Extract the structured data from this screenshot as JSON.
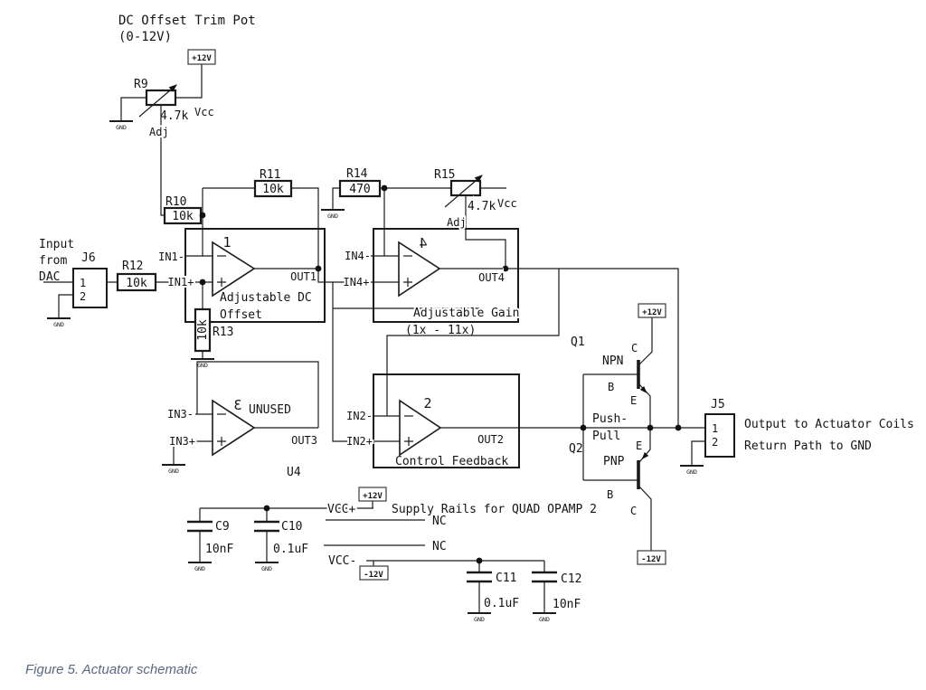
{
  "pot_title": {
    "line1": "DC Offset Trim Pot",
    "line2": "(0-12V)"
  },
  "power": {
    "p12": "+12V",
    "m12": "-12V",
    "gnd": "GND",
    "vcc": "Vcc",
    "adj": "Adj",
    "nc": "NC"
  },
  "resistors": {
    "r9": {
      "ref": "R9",
      "value": "4.7k"
    },
    "r10": {
      "ref": "R10",
      "value": "10k"
    },
    "r11": {
      "ref": "R11",
      "value": "10k"
    },
    "r12": {
      "ref": "R12",
      "value": "10k"
    },
    "r13": {
      "ref": "R13",
      "value": "10k"
    },
    "r14": {
      "ref": "R14",
      "value": "470"
    },
    "r15": {
      "ref": "R15",
      "value": "4.7k"
    }
  },
  "capacitors": {
    "c9": {
      "ref": "C9",
      "value": "10nF"
    },
    "c10": {
      "ref": "C10",
      "value": "0.1uF"
    },
    "c11": {
      "ref": "C11",
      "value": "0.1uF"
    },
    "c12": {
      "ref": "C12",
      "value": "10nF"
    }
  },
  "opamps": {
    "u4_ref": "U4",
    "a": {
      "num": "1",
      "name1": "Adjustable DC",
      "name2": "Offset",
      "inm": "IN1-",
      "inp": "IN1+",
      "out": "OUT1"
    },
    "b": {
      "num": "2",
      "name": "Control Feedback",
      "inm": "IN2-",
      "inp": "IN2+",
      "out": "OUT2"
    },
    "c": {
      "num": "3",
      "name": "UNUSED",
      "inm": "IN3-",
      "inp": "IN3+",
      "out": "OUT3"
    },
    "d": {
      "num": "4",
      "name": "Adjustable Gain",
      "range": "(1x - 11x)",
      "inm": "IN4-",
      "inp": "IN4+",
      "out": "OUT4"
    }
  },
  "transistors": {
    "q1": {
      "ref": "Q1",
      "type": "NPN"
    },
    "q2": {
      "ref": "Q2",
      "type": "PNP"
    },
    "pins": {
      "c": "C",
      "b": "B",
      "e": "E"
    },
    "role1": "Push-",
    "role2": "Pull"
  },
  "connectors": {
    "j6": {
      "ref": "J6",
      "pin1": "1",
      "pin2": "2",
      "desc1": "Input",
      "desc2": "from",
      "desc3": "DAC"
    },
    "j5": {
      "ref": "J5",
      "pin1": "1",
      "pin2": "2",
      "out_desc": "Output to Actuator Coils",
      "ret_desc": "Return Path to GND"
    }
  },
  "rails": {
    "vccp": "VCC+",
    "vccm": "VCC-",
    "note": "Supply Rails for QUAD OPAMP 2"
  },
  "caption": "Figure 5. Actuator schematic"
}
